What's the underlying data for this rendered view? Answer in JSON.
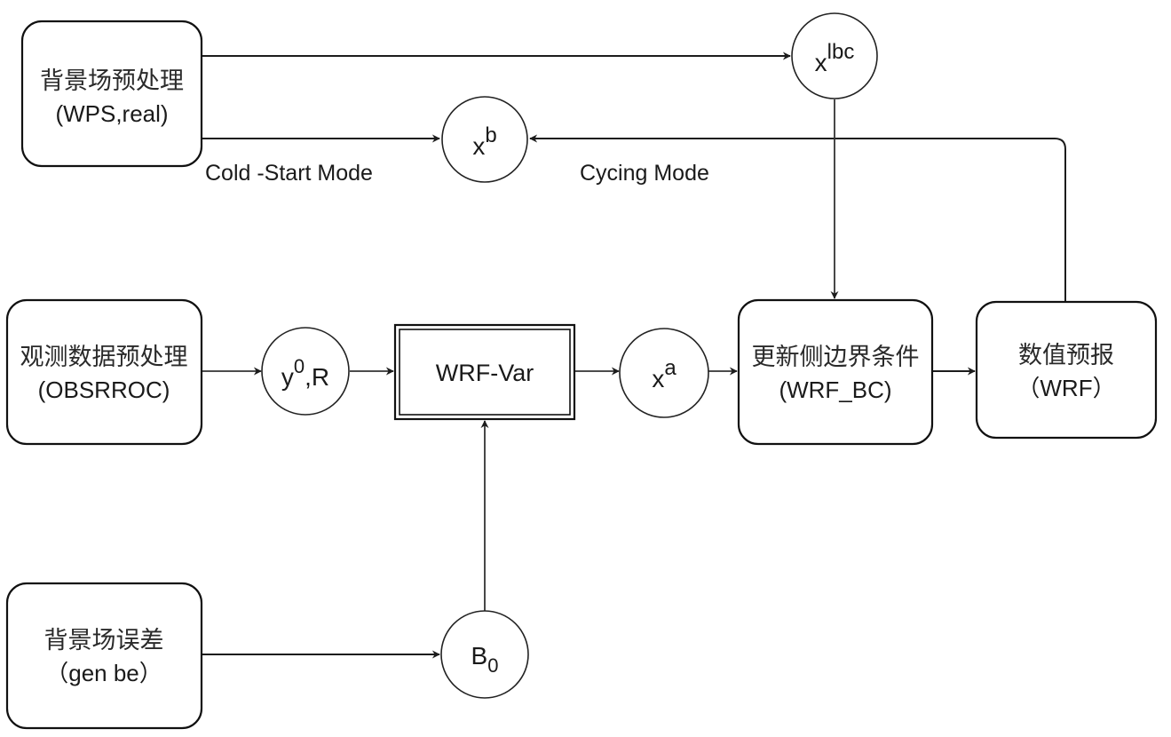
{
  "diagram": {
    "title": "WRF-Var data assimilation flow",
    "nodes": {
      "wps": {
        "line1": "背景场预处理",
        "line2": "(WPS,real)"
      },
      "obs": {
        "line1": "观测数据预处理",
        "line2": "(OBSRROC)"
      },
      "genbe": {
        "line1": "背景场误差",
        "line2": "（gen be）"
      },
      "wrfvar": {
        "label": "WRF-Var"
      },
      "wrfbc": {
        "line1": "更新侧边界条件",
        "line2": "(WRF_BC)"
      },
      "wrf": {
        "line1": "数值预报",
        "line2": "（WRF）"
      },
      "xlbc": {
        "base": "x",
        "sup": "lbc"
      },
      "xb": {
        "base": "x",
        "sup": "b"
      },
      "y0r": {
        "base": "y",
        "sup": "0",
        "suffix": ",R"
      },
      "xa": {
        "base": "x",
        "sup": "a"
      },
      "b0": {
        "base": "B",
        "sub": "0"
      }
    },
    "edge_labels": {
      "cold_start": "Cold -Start Mode",
      "cycling": "Cycing Mode"
    },
    "edges": [
      {
        "from": "wps",
        "to": "xlbc"
      },
      {
        "from": "wps",
        "to": "xb",
        "label": "Cold -Start Mode"
      },
      {
        "from": "wrf",
        "to": "xb",
        "label": "Cycing Mode"
      },
      {
        "from": "xlbc",
        "to": "wrfbc"
      },
      {
        "from": "obs",
        "to": "y0r"
      },
      {
        "from": "y0r",
        "to": "wrfvar"
      },
      {
        "from": "wrfvar",
        "to": "xa"
      },
      {
        "from": "xa",
        "to": "wrfbc"
      },
      {
        "from": "wrfbc",
        "to": "wrf"
      },
      {
        "from": "genbe",
        "to": "b0"
      },
      {
        "from": "b0",
        "to": "wrfvar"
      }
    ]
  }
}
